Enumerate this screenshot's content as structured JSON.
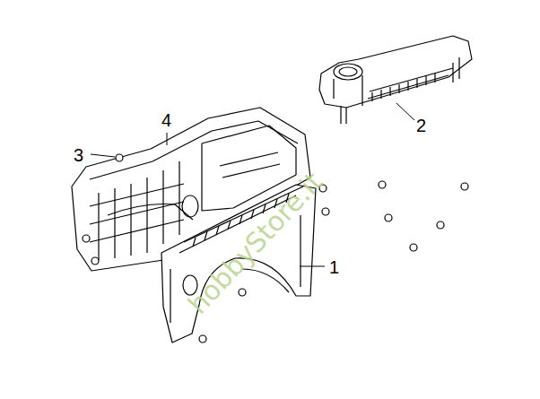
{
  "diagram": {
    "labels": [
      "4",
      "2",
      "3",
      "1",
      "hobbyStore.it"
    ]
  }
}
